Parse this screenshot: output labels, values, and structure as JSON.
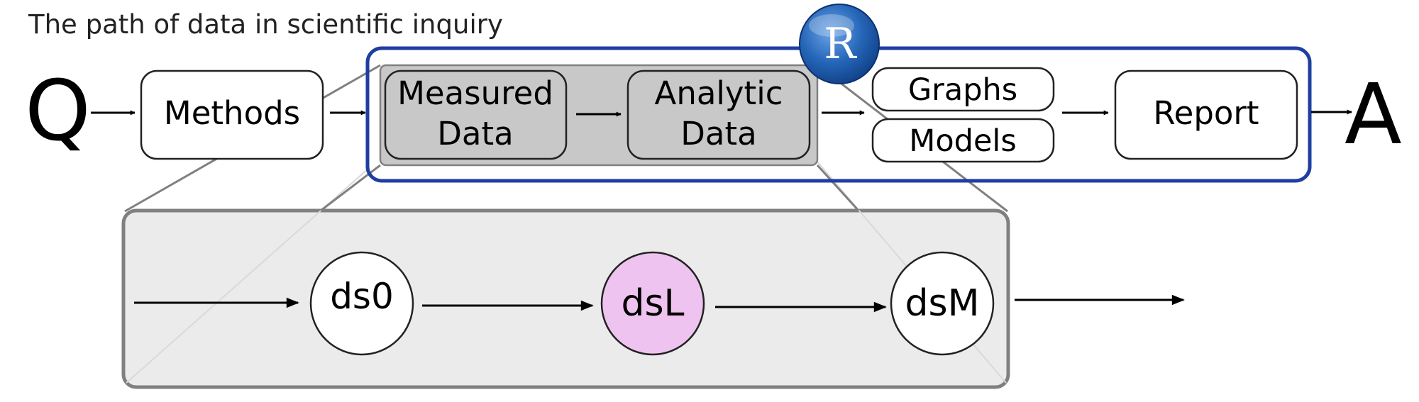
{
  "title": "The path of data in scientific inquiry",
  "start_letter": "Q",
  "end_letter": "A",
  "r_logo_letter": "R",
  "top_flow": {
    "methods": "Methods",
    "measured_data": [
      "Measured",
      "Data"
    ],
    "analytic_data": [
      "Analytic",
      "Data"
    ],
    "graphs": "Graphs",
    "models": "Models",
    "report": "Report"
  },
  "zoom_flow": {
    "nodes": [
      "ds0",
      "dsL",
      "dsM"
    ]
  },
  "colors": {
    "r_frame": "#1f3fa0",
    "data_group": "#c8c8c8",
    "zoom_panel": "#ebebeb",
    "highlight_node": "#efc3ef",
    "r_logo": "#2566b8"
  }
}
